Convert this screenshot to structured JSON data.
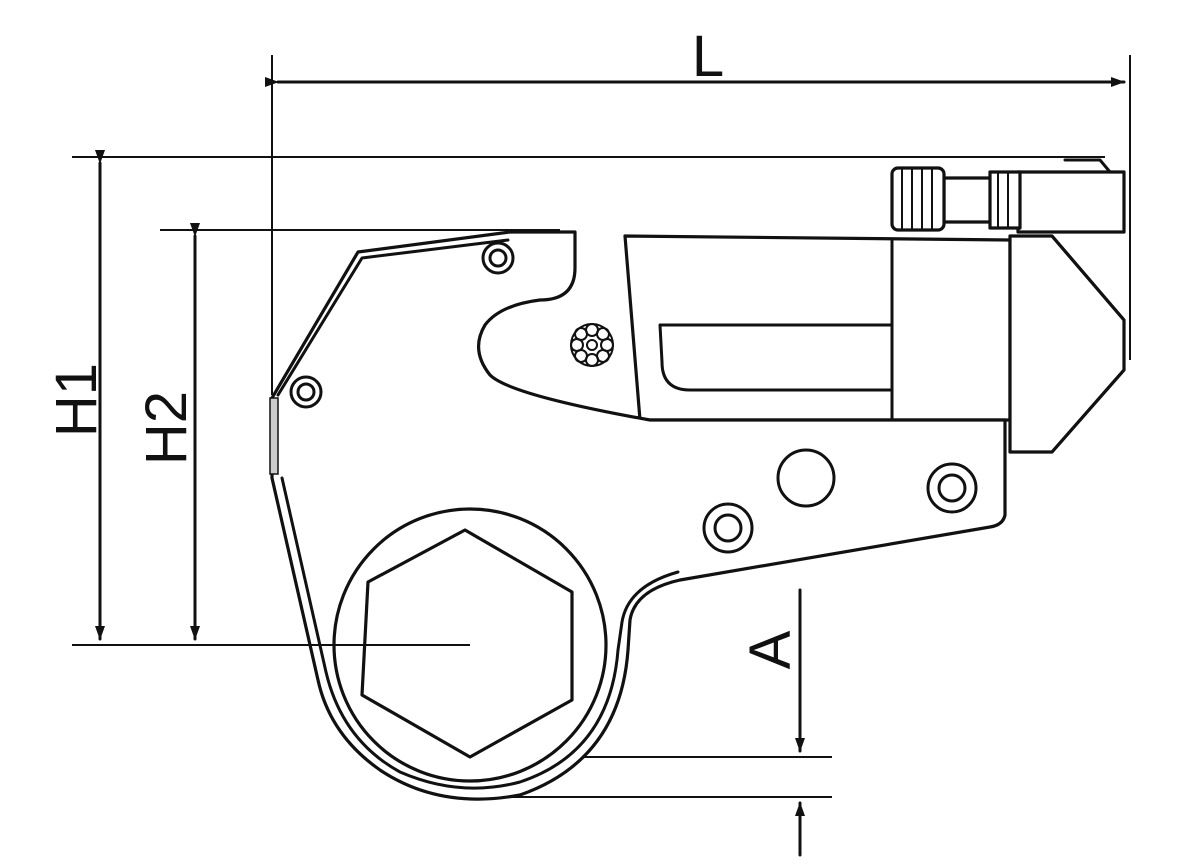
{
  "diagram": {
    "dimension_labels": {
      "length": "L",
      "height_1": "H1",
      "height_2": "H2",
      "offset": "A"
    },
    "colors": {
      "line": "#111111",
      "background": "#ffffff"
    }
  }
}
